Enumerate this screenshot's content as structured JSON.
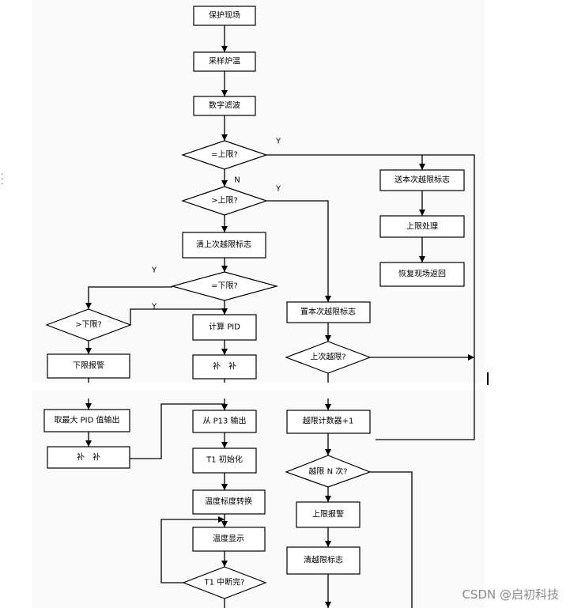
{
  "flowchart": {
    "process": {
      "protect_site": "保护现场",
      "sample_temp": "采样炉温",
      "digital_filter": "数字滤波",
      "clear_last_flag": "清上次越限标志",
      "send_flag": "送本次越限标志",
      "upper_handle": "上限处理",
      "restore_return": "恢复现场返回",
      "set_flag": "置本次越限标志",
      "calc_pid": "计算 PID",
      "comp_a": "补　补",
      "lower_alarm": "下限报警",
      "max_pid_out": "取最大 PID 值输出",
      "comp_b": "补　补",
      "p13_out": "从 P13 输出",
      "t1_init": "T1 初始化",
      "temp_conv": "温度标度转换",
      "temp_show": "温度显示",
      "counter_inc": "越限计数器+1",
      "upper_alarm": "上限报警",
      "clear_flag": "清越限标志"
    },
    "decision": {
      "eq_upper": "=上限?",
      "gt_upper": ">上限?",
      "eq_lower": "=下限?",
      "gt_lower": ">下限?",
      "last_over": "上次越限?",
      "over_n": "越限 N 次?",
      "t1_int": "T1 中断完?"
    },
    "edge_labels": {
      "y": "Y",
      "n": "N"
    }
  },
  "watermark": "CSDN @启初科技"
}
